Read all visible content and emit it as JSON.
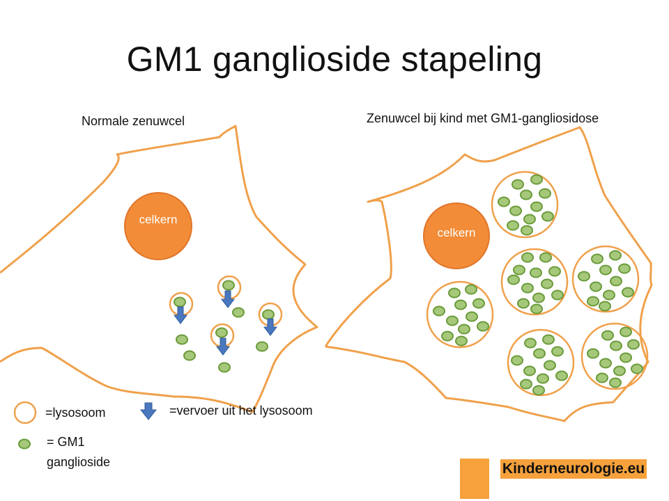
{
  "title": "GM1 ganglioside stapeling",
  "left_cell": {
    "heading": "Normale zenuwcel",
    "nucleus_label": "celkern"
  },
  "right_cell": {
    "heading": "Zenuwcel bij kind met GM1-gangliosidose",
    "nucleus_label": "celkern"
  },
  "legend": {
    "lysosome": "=lysosoom",
    "transport": "=vervoer uit het lysosoom",
    "ganglioside_line1": "= GM1",
    "ganglioside_line2": "ganglioside"
  },
  "brand": {
    "text": "Kinderneurologie.eu"
  },
  "colors": {
    "membrane": "#f0a04a",
    "nucleus": "#f28c38",
    "nucleus_border": "#e0752a",
    "ganglioside_fill": "#a6c87a",
    "ganglioside_border": "#6a9a3a",
    "arrow": "#4a78bf",
    "brand_bg": "#f6a13c"
  }
}
